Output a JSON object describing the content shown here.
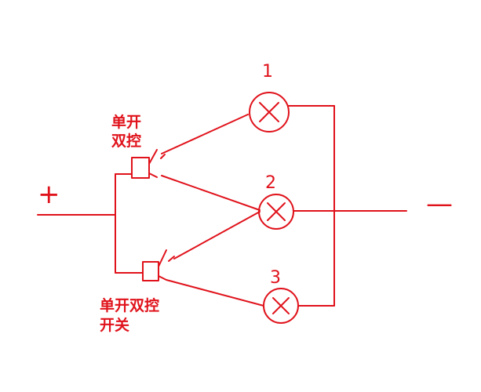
{
  "terminals": {
    "positive": "+",
    "negative": "—"
  },
  "switches": {
    "upper": {
      "label_line1": "单开",
      "label_line2": "双控"
    },
    "lower": {
      "label_line1": "单开双控",
      "label_line2": "开关"
    }
  },
  "lamps": [
    {
      "number": "1"
    },
    {
      "number": "2"
    },
    {
      "number": "3"
    }
  ],
  "colors": {
    "ink": "#e0121b",
    "background": "#ffffff"
  }
}
